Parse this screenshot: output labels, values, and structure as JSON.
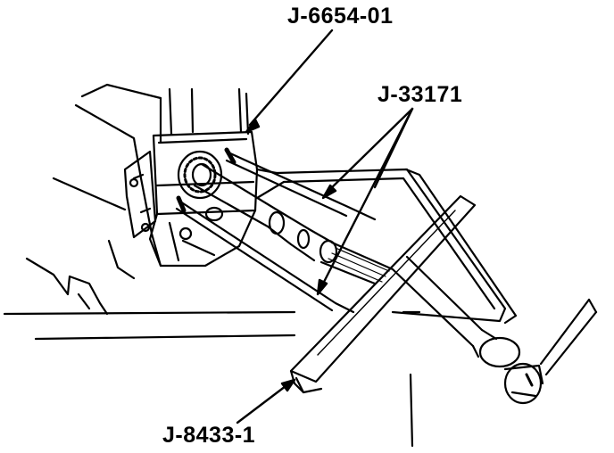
{
  "labels": {
    "spreader_tool": "J-6654-01",
    "guide_pins": "J-33171",
    "slide_hammer": "J-8433-1"
  },
  "colors": {
    "ink": "#000000",
    "paper": "#ffffff"
  }
}
